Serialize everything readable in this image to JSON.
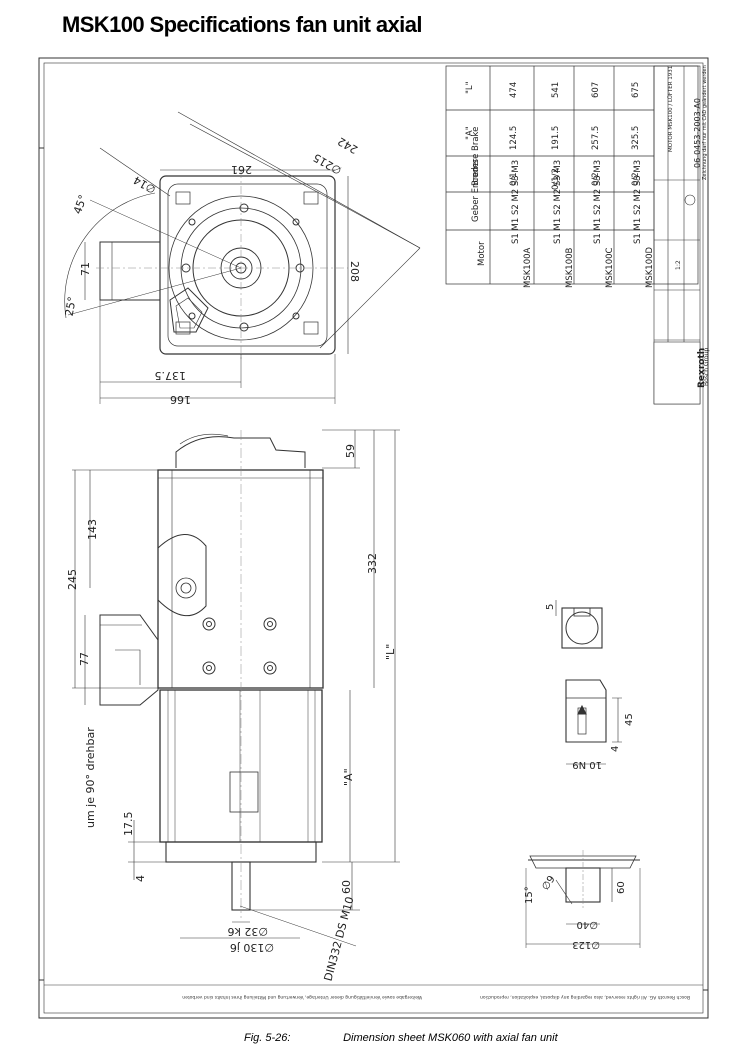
{
  "page": {
    "title": "MSK100 Specifications fan unit axial"
  },
  "caption": {
    "figure_number": "Fig. 5-26:",
    "text": "Dimension sheet MSK060 with axial fan unit"
  },
  "table": {
    "headers": [
      "Motor",
      "Geber Encoder",
      "Bremse Brake",
      "\"A\"",
      "\"L\""
    ],
    "rows": [
      {
        "motor": "MSK100A",
        "encoder": "S1 M1 S2 M2 S3 M3",
        "brake": "0/1",
        "a": "124.5",
        "l": "474"
      },
      {
        "motor": "MSK100B",
        "encoder": "S1 M1 S2 M2 S3 M3",
        "brake": "0/1/2",
        "a": "191.5",
        "l": "541"
      },
      {
        "motor": "MSK100C",
        "encoder": "S1 M1 S2 M2 S3 M3",
        "brake": "0/2",
        "a": "257.5",
        "l": "607"
      },
      {
        "motor": "MSK100D",
        "encoder": "S1 M1 S2 M2 S3 M3",
        "brake": "0/2",
        "a": "325.5",
        "l": "675"
      }
    ]
  },
  "title_block": {
    "brand": "Rexroth",
    "group": "Bosch Group",
    "drawing_title": "MOTOR MSK100 / LÜFTER 1931",
    "drawing_number": "06-0453-2003-A0",
    "scale": "1:2",
    "note": "Zeichnung darf nur mit CAD geändert werden"
  },
  "dimensions": {
    "top_view": {
      "d1": "261",
      "d2": "208",
      "d3": "71",
      "d4": "137.5",
      "d5": "166",
      "angle1": "45°",
      "angle2": "25°",
      "dia1": "∅14",
      "dia2": "∅215",
      "dia3": "242"
    },
    "side_view": {
      "d59": "59",
      "d143": "143",
      "d245": "245",
      "d332": "332",
      "d77": "77",
      "l": "\"L\"",
      "a": "\"A\"",
      "d17_5": "17.5",
      "d4": "4",
      "d60": "60",
      "shaft": "∅32 k6",
      "pilot": "∅130 j6",
      "thread": "DIN332 DS M10",
      "note": "um je 90° drehbar"
    },
    "detail_views": {
      "d5": "5",
      "d45": "45",
      "d4": "4",
      "key": "10 N9",
      "d40": "∅40",
      "d60": "60",
      "d123": "∅123",
      "angle": "15°",
      "dia9": "∅9"
    }
  },
  "footer_notes": {
    "left": "Weitergabe sowie Vervielfältigung dieser Unterlage, Verwertung und Mitteilung ihres Inhalts sind verboten",
    "right": "Bosch Rexroth AG. All rights reserved, also regarding any disposal, exploitation, reproduction"
  },
  "colors": {
    "line": "#333333",
    "light_line": "#888888",
    "text": "#000000"
  }
}
